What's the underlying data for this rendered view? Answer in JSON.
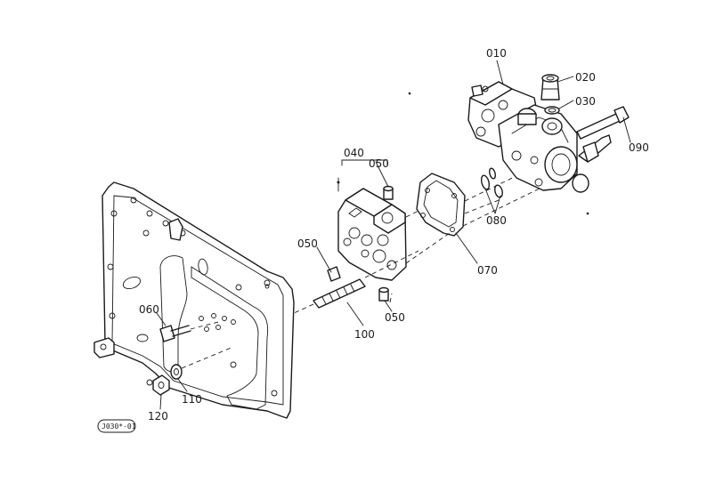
{
  "diagram": {
    "drawing_code": "J030*-01",
    "part_labels": {
      "p010": "010",
      "p020": "020",
      "p030": "030",
      "p040": "040",
      "p050a": "050",
      "p050b": "050",
      "p050c": "050",
      "p060": "060",
      "p070": "070",
      "p080": "080",
      "p090": "090",
      "p100": "100",
      "p110": "110",
      "p120": "120"
    }
  }
}
